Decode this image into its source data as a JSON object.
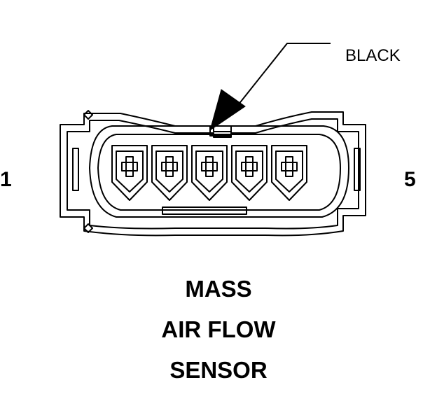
{
  "connector": {
    "color_callout": "BLACK",
    "pin_left": "1",
    "pin_right": "5",
    "pin_count": 5
  },
  "title": {
    "line1": "MASS",
    "line2": "AIR FLOW",
    "line3": "SENSOR"
  }
}
